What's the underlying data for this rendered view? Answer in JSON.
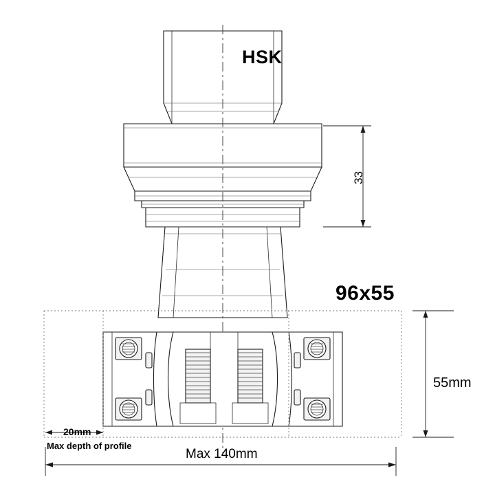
{
  "drawing": {
    "title_label": "HSK",
    "labels": {
      "hsk": "HSK",
      "height_33": "33",
      "head_size": "96x55",
      "height_55mm": "55mm",
      "depth_20mm": "20mm",
      "max_depth_note": "Max depth of profile",
      "max_width": "Max 140mm"
    },
    "colors": {
      "line": "#1a1a1a",
      "light_line": "#888888",
      "background": "#ffffff",
      "text": "#000000"
    }
  }
}
